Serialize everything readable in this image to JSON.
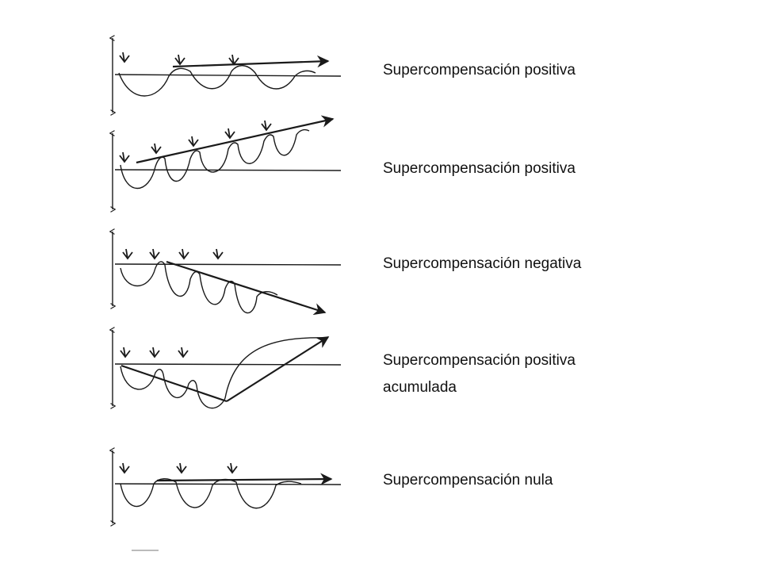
{
  "rows": [
    {
      "label": "Supercompensación positiva"
    },
    {
      "label": "Supercompensación positiva"
    },
    {
      "label": "Supercompensación negativa"
    },
    {
      "label": "Supercompensación positiva",
      "label_line2": "acumulada"
    },
    {
      "label": "Supercompensación nula"
    }
  ],
  "colors": {
    "ink": "#1a1a1a",
    "background": "#ffffff"
  }
}
